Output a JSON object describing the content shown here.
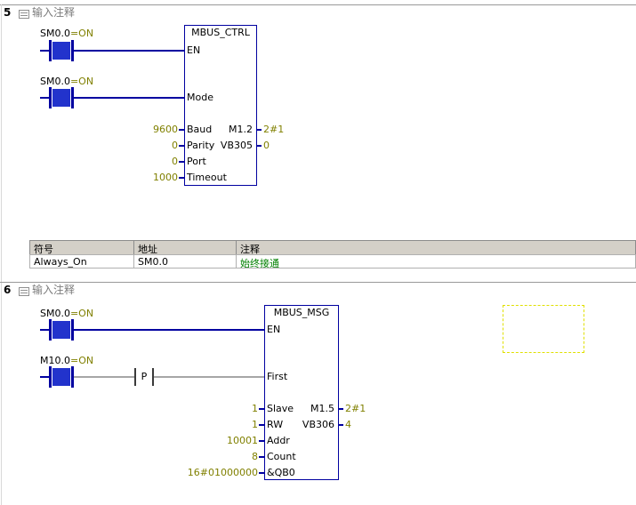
{
  "colors": {
    "wire_blue": "#0000a0",
    "power_flow_fill": "#2233cc",
    "status_olive": "#808000",
    "comment_green": "#008000",
    "table_header_bg": "#d4d0c8",
    "selection_dashed_yellow": "#e0e000"
  },
  "net5": {
    "number": "5",
    "comment": "输入注释",
    "contacts": [
      {
        "operand": "SM0.0",
        "status": "=ON"
      },
      {
        "operand": "SM0.0",
        "status": "=ON"
      }
    ],
    "block": {
      "title": "MBUS_CTRL",
      "pin_en": "EN",
      "pin_mode": "Mode",
      "inputs": [
        {
          "name": "Baud",
          "operand": "9600"
        },
        {
          "name": "Parity",
          "operand": "0"
        },
        {
          "name": "Port",
          "operand": "0"
        },
        {
          "name": "Timeout",
          "operand": "1000"
        }
      ],
      "outputs": [
        {
          "operand": "M1.2",
          "value": "2#1"
        },
        {
          "operand": "VB305",
          "value": "0"
        }
      ]
    }
  },
  "symbol_table": {
    "headers": {
      "symbol": "符号",
      "address": "地址",
      "comment": "注释"
    },
    "row": {
      "symbol": "Always_On",
      "address": "SM0.0",
      "comment": "始终接通"
    }
  },
  "net6": {
    "number": "6",
    "comment": "输入注释",
    "contacts": [
      {
        "operand": "SM0.0",
        "status": "=ON"
      },
      {
        "operand": "M10.0",
        "status": "=ON"
      }
    ],
    "edge_contact": "P",
    "block": {
      "title": "MBUS_MSG",
      "pin_en": "EN",
      "pin_first": "First",
      "inputs": [
        {
          "name": "Slave",
          "operand": "1"
        },
        {
          "name": "RW",
          "operand": "1"
        },
        {
          "name": "Addr",
          "operand": "10001"
        },
        {
          "name": "Count",
          "operand": "8"
        },
        {
          "name": "&QB0",
          "operand": "16#01000000"
        }
      ],
      "outputs": [
        {
          "operand": "M1.5",
          "value": "2#1"
        },
        {
          "operand": "VB306",
          "value": "4"
        }
      ]
    }
  }
}
